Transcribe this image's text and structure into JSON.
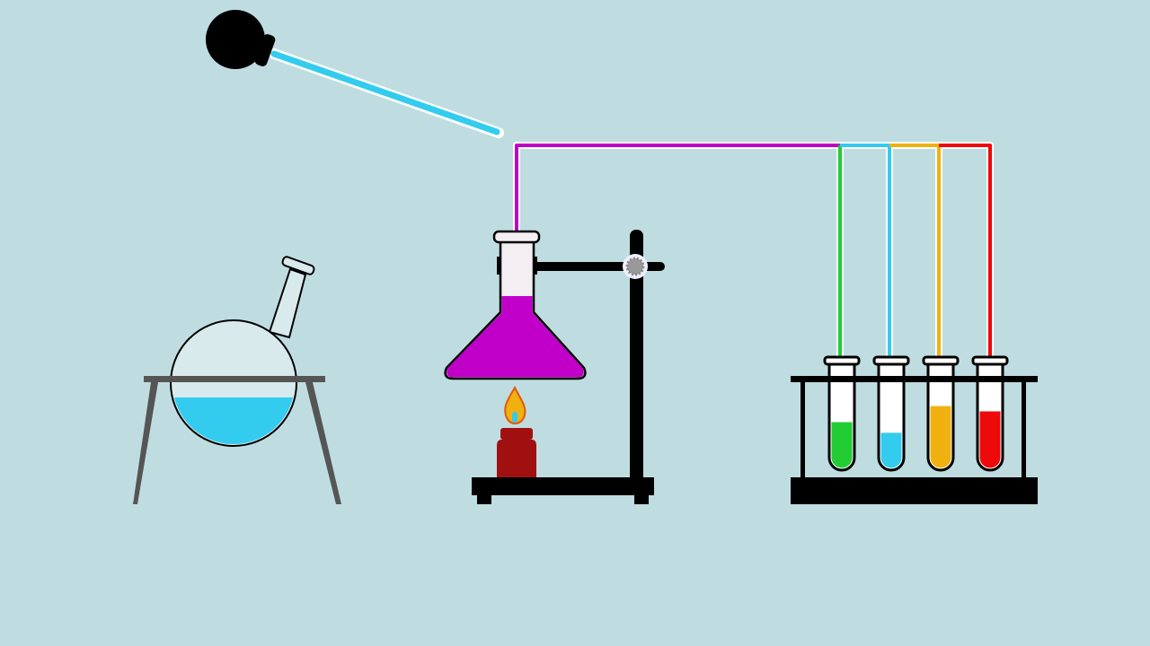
{
  "scene": {
    "background": "#bfdde0",
    "colors": {
      "dropper_liquid": "#33ccee",
      "flask_liquid": "#c000c8",
      "round_flask_liquid": "#33ccee",
      "burner": "#a01010",
      "tube_green": "#22cc33",
      "tube_blue": "#33ccee",
      "tube_orange": "#f0b010",
      "tube_red": "#ee0a0a",
      "equipment": "#000000"
    },
    "test_tubes": [
      {
        "color": "#22cc33",
        "fill_level": 0.45
      },
      {
        "color": "#33ccee",
        "fill_level": 0.35
      },
      {
        "color": "#f0b010",
        "fill_level": 0.6
      },
      {
        "color": "#ee0a0a",
        "fill_level": 0.55
      }
    ]
  }
}
